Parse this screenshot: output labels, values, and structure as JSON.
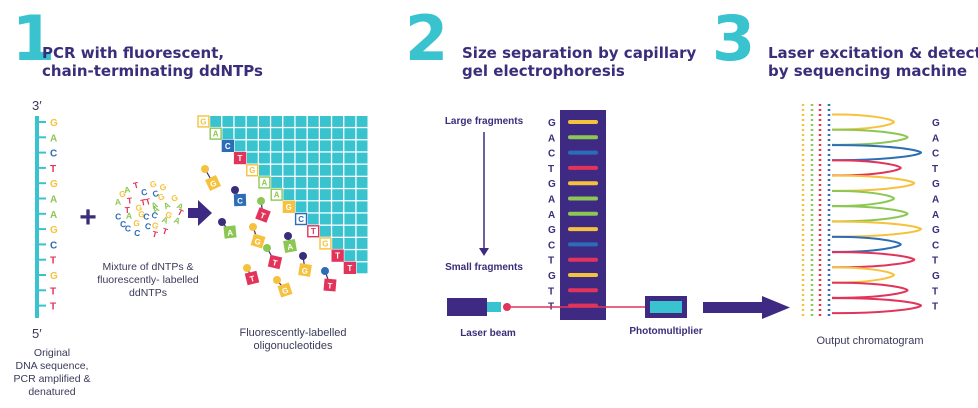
{
  "colors": {
    "teal": "#38c3cf",
    "purple": "#3f2a83",
    "yellow": "#f6c23e",
    "green": "#8cc753",
    "blue": "#2c6db6",
    "red": "#e2345a",
    "text": "#3a2d7a"
  },
  "steps": [
    {
      "number": "1",
      "title_lines": [
        "PCR with fluorescent,",
        "chain-terminating ddNTPs"
      ]
    },
    {
      "number": "2",
      "title_lines": [
        "Size separation by capillary",
        "gel electrophoresis"
      ]
    },
    {
      "number": "3",
      "title_lines": [
        "Laser excitation & detection",
        "by sequencing machine"
      ]
    }
  ],
  "panel1": {
    "end_top": "3′",
    "end_bottom": "5′",
    "bases": [
      "G",
      "A",
      "C",
      "T",
      "G",
      "A",
      "A",
      "G",
      "C",
      "T",
      "G",
      "T",
      "T"
    ],
    "strand_caption": [
      "Original",
      "DNA sequence,",
      "PCR amplified &",
      "denatured"
    ],
    "plus": "+",
    "mixture_caption": [
      "Mixture of dNTPs &",
      "fluorescently- labelled",
      "ddNTPs"
    ],
    "mixture_letters": [
      "A",
      "G",
      "T",
      "C",
      "G",
      "A",
      "C",
      "T",
      "G",
      "A",
      "C",
      "G",
      "T",
      "A",
      "G",
      "C",
      "A",
      "T",
      "G",
      "C",
      "A",
      "T",
      "C",
      "G",
      "T",
      "A",
      "G",
      "C",
      "T",
      "A",
      "C",
      "G",
      "T",
      "G",
      "A",
      "C"
    ],
    "fragments_caption": [
      "Fluorescently-labelled",
      "oligonucleotides"
    ],
    "ladder_terminals": [
      "G",
      "A",
      "C",
      "T",
      "G",
      "A",
      "A",
      "G",
      "C",
      "T",
      "G",
      "T",
      "T"
    ],
    "loose_nucleotides": [
      "G",
      "C",
      "T",
      "A",
      "G",
      "A",
      "T",
      "T",
      "G",
      "G",
      "T"
    ]
  },
  "panel2": {
    "large_label": "Large fragments",
    "small_label": "Small fragments",
    "bases": [
      "G",
      "A",
      "C",
      "T",
      "G",
      "A",
      "A",
      "G",
      "C",
      "T",
      "G",
      "T",
      "T"
    ],
    "laser_label": "Laser beam",
    "detector_label": "Photomultiplier"
  },
  "panel3": {
    "bases": [
      "G",
      "A",
      "C",
      "T",
      "G",
      "A",
      "A",
      "G",
      "C",
      "T",
      "G",
      "T",
      "T"
    ],
    "caption": "Output chromatogram"
  }
}
